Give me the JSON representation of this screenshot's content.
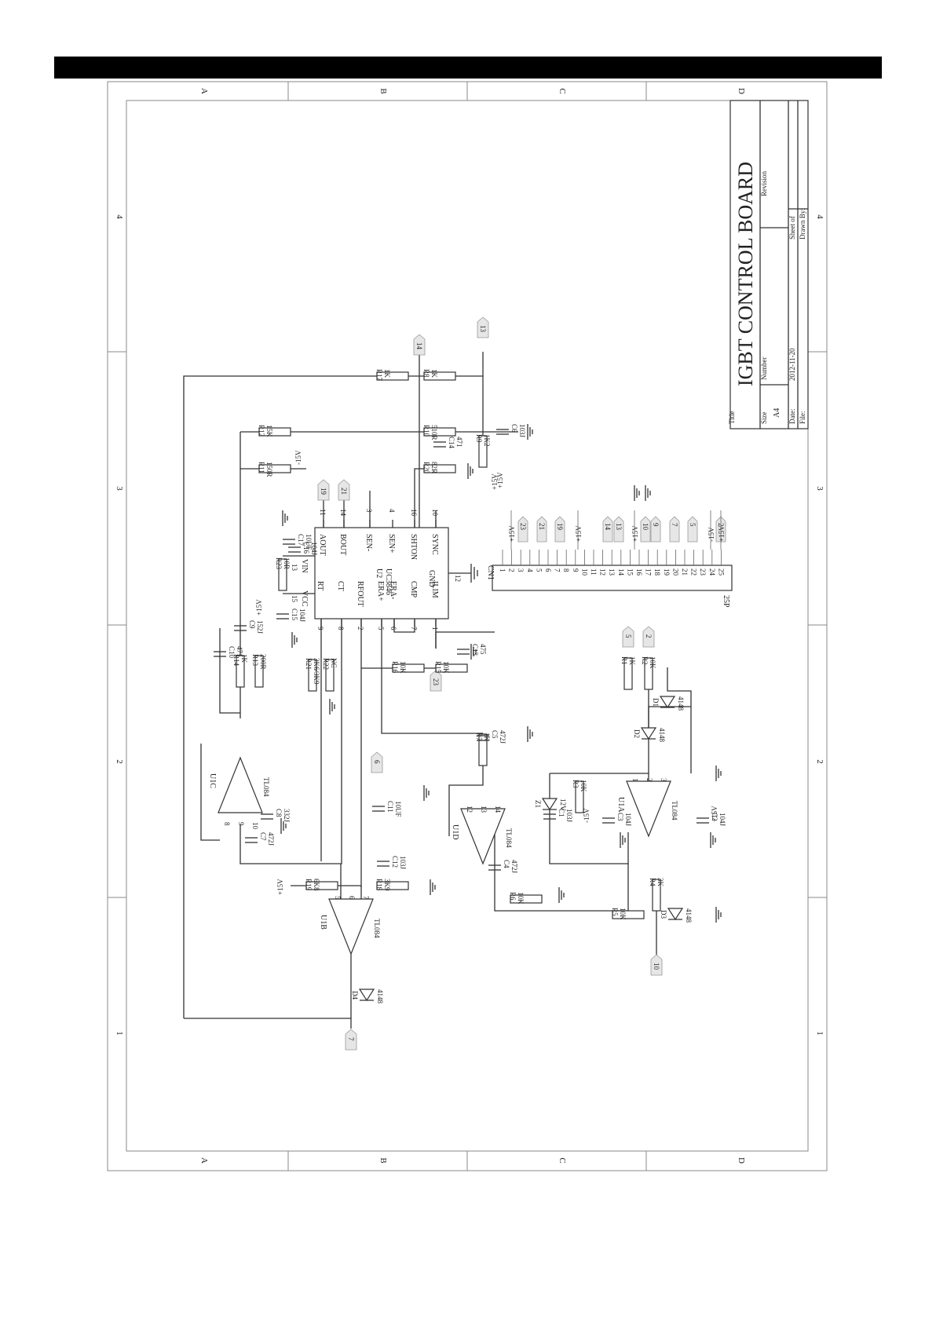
{
  "title_block": {
    "title_label": "Title",
    "title": "IGBT CONTROL BOARD",
    "size_label": "Size",
    "size": "A4",
    "number_label": "Number",
    "revision_label": "Revision",
    "date_label": "Date:",
    "date": "2012-11-20",
    "file_label": "File:",
    "sheet_label": "Sheet  of",
    "drawn_label": "Drawn By:"
  },
  "border": {
    "col_letters": [
      "A",
      "B",
      "C",
      "D"
    ],
    "row_numbers": [
      "4",
      "3",
      "2",
      "1"
    ]
  },
  "ic_u2": {
    "ref": "U2",
    "part": "UC3846",
    "pins_top": [
      {
        "num": "11",
        "name": "AOUT"
      },
      {
        "num": "14",
        "name": "BOUT"
      },
      {
        "num": "3",
        "name": "SEN-"
      },
      {
        "num": "4",
        "name": "SEN+"
      },
      {
        "num": "16",
        "name": "SHTON"
      },
      {
        "num": "10",
        "name": "SYNC"
      }
    ],
    "pins_bottom": [
      {
        "num": "9",
        "name": "RT"
      },
      {
        "num": "8",
        "name": "CT"
      },
      {
        "num": "2",
        "name": "RFOUT"
      },
      {
        "num": "5",
        "name": "ERA+"
      },
      {
        "num": "6",
        "name": "ERA-"
      },
      {
        "num": "7",
        "name": "CMP"
      },
      {
        "num": "1",
        "name": "ILIM"
      }
    ],
    "pin_vin": {
      "num": "13",
      "name": "VIN"
    },
    "pin_vcc": {
      "num": "15",
      "name": "VCC"
    },
    "pin_gnd": {
      "num": "12",
      "name": "GND"
    }
  },
  "connector": {
    "ref": "CN1",
    "part": "25P",
    "pins": [
      "1",
      "2",
      "3",
      "4",
      "5",
      "6",
      "7",
      "8",
      "9",
      "10",
      "11",
      "12",
      "13",
      "14",
      "15",
      "16",
      "17",
      "18",
      "19",
      "20",
      "21",
      "22",
      "23",
      "24",
      "25"
    ],
    "net_flags": [
      "23",
      "21",
      "19",
      "14",
      "13",
      "10",
      "9",
      "7",
      "5",
      "2"
    ],
    "rails": [
      "+15V",
      "+15V",
      "+15V",
      "-15V",
      "+15V"
    ]
  },
  "ports": [
    "13",
    "14",
    "19",
    "21",
    "23",
    "6",
    "7",
    "10",
    "5",
    "2"
  ],
  "opamps": [
    {
      "ref": "U1A",
      "part": "TL084",
      "pins": [
        "1",
        "2",
        "3"
      ]
    },
    {
      "ref": "U1B",
      "part": "TL084",
      "pins": [
        "5",
        "6",
        "7"
      ]
    },
    {
      "ref": "U1C",
      "part": "TL084",
      "pins": [
        "8",
        "9",
        "10"
      ]
    },
    {
      "ref": "U1D",
      "part": "TL084",
      "pins": [
        "12",
        "13",
        "14"
      ]
    }
  ],
  "resistors": [
    {
      "ref": "R17",
      "val": "1K"
    },
    {
      "ref": "R8",
      "val": "1K"
    },
    {
      "ref": "R10",
      "val": "510R"
    },
    {
      "ref": "R12",
      "val": "15K"
    },
    {
      "ref": "R11",
      "val": "150R"
    },
    {
      "ref": "R20",
      "val": "82R"
    },
    {
      "ref": "R9",
      "val": "1K2"
    },
    {
      "ref": "R23",
      "val": "10R"
    },
    {
      "ref": "R14",
      "val": "1K"
    },
    {
      "ref": "R13",
      "val": "200R"
    },
    {
      "ref": "R21",
      "val": "3K6/3K9"
    },
    {
      "ref": "R22",
      "val": "NC"
    },
    {
      "ref": "R16",
      "val": "10K"
    },
    {
      "ref": "R15",
      "val": "10K"
    },
    {
      "ref": "R7",
      "val": "1K"
    },
    {
      "ref": "R1",
      "val": "1K"
    },
    {
      "ref": "R2",
      "val": "10K"
    },
    {
      "ref": "R3",
      "val": "10K"
    },
    {
      "ref": "R19",
      "val": "6K8"
    },
    {
      "ref": "R18",
      "val": "3K9"
    },
    {
      "ref": "R6",
      "val": "10K"
    },
    {
      "ref": "R5",
      "val": "10K"
    },
    {
      "ref": "R4",
      "val": "3K"
    }
  ],
  "capacitors": [
    {
      "ref": "C6",
      "val": "103J"
    },
    {
      "ref": "C14",
      "val": "471"
    },
    {
      "ref": "C17",
      "val": "10UF"
    },
    {
      "ref": "C16",
      "val": "104J"
    },
    {
      "ref": "C15",
      "val": "104J"
    },
    {
      "ref": "C9",
      "val": "152J"
    },
    {
      "ref": "C10",
      "val": "471"
    },
    {
      "ref": "C13",
      "val": "475"
    },
    {
      "ref": "C5",
      "val": "472J"
    },
    {
      "ref": "C8",
      "val": "332J"
    },
    {
      "ref": "C7",
      "val": "472J"
    },
    {
      "ref": "C11",
      "val": "10UF"
    },
    {
      "ref": "C12",
      "val": "103J"
    },
    {
      "ref": "C4",
      "val": "472J"
    },
    {
      "ref": "C1",
      "val": "103J"
    },
    {
      "ref": "C3",
      "val": "104J"
    },
    {
      "ref": "C2",
      "val": "104J"
    }
  ],
  "diodes": [
    {
      "ref": "D1",
      "val": "4148"
    },
    {
      "ref": "D2",
      "val": "4148"
    },
    {
      "ref": "D3",
      "val": "4148"
    },
    {
      "ref": "D4",
      "val": "4148"
    },
    {
      "ref": "Z1",
      "val": "12V"
    }
  ],
  "rails": {
    "pos": "+15V",
    "neg": "-15V"
  }
}
